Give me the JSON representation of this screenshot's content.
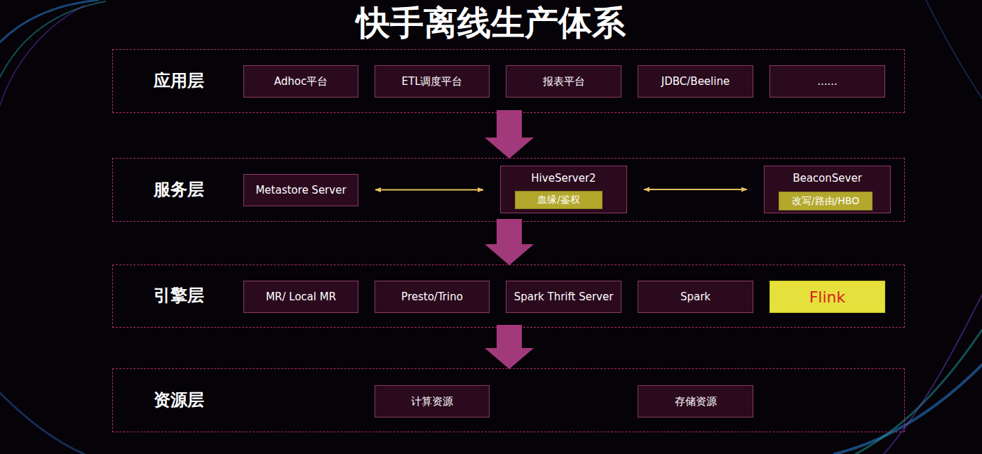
{
  "diagram": {
    "title": "快手离线生产体系",
    "nodes": [
      {
        "text": [
          "应用层"
        ]
      },
      {
        "text": [
          "Adhoc平台"
        ],
        "in": 0
      },
      {
        "text": [
          "ETL调度平台"
        ],
        "in": 0
      },
      {
        "text": [
          "报表平台"
        ],
        "in": 0
      },
      {
        "text": [
          "JDBC/Beeline"
        ],
        "in": 0
      },
      {
        "text": [
          "......"
        ],
        "in": 0
      },
      {
        "text": [
          "服务层"
        ]
      },
      {
        "text": [
          "Metastore Server"
        ],
        "in": 6
      },
      {
        "text": [
          "HiveServer2"
        ],
        "in": 6
      },
      {
        "text": [
          "血缘/鉴权"
        ],
        "in": 8
      },
      {
        "text": [
          "BeaconSever"
        ],
        "in": 6
      },
      {
        "text": [
          "改写/路由/HBO"
        ],
        "in": 10
      },
      {
        "text": [
          "引擎层"
        ]
      },
      {
        "text": [
          "MR/ Local MR"
        ],
        "in": 12
      },
      {
        "text": [
          "Presto/Trino"
        ],
        "in": 12
      },
      {
        "text": [
          "Spark Thrift Server"
        ],
        "in": 12
      },
      {
        "text": [
          "Spark"
        ],
        "in": 12
      },
      {
        "text": [
          "Flink"
        ],
        "in": 12
      },
      {
        "text": [
          "资源层"
        ]
      },
      {
        "text": [
          "计算资源"
        ],
        "in": 18
      },
      {
        "text": [
          "存储资源"
        ],
        "in": 18
      }
    ],
    "edges": [
      {
        "from": 0,
        "to": 6,
        "arrow": "to"
      },
      {
        "from": 6,
        "to": 12,
        "arrow": "to"
      },
      {
        "from": 12,
        "to": 18,
        "arrow": "to"
      },
      {
        "from": 7,
        "to": 8,
        "arrow": "both"
      },
      {
        "from": 8,
        "to": 10,
        "arrow": "both"
      }
    ]
  }
}
